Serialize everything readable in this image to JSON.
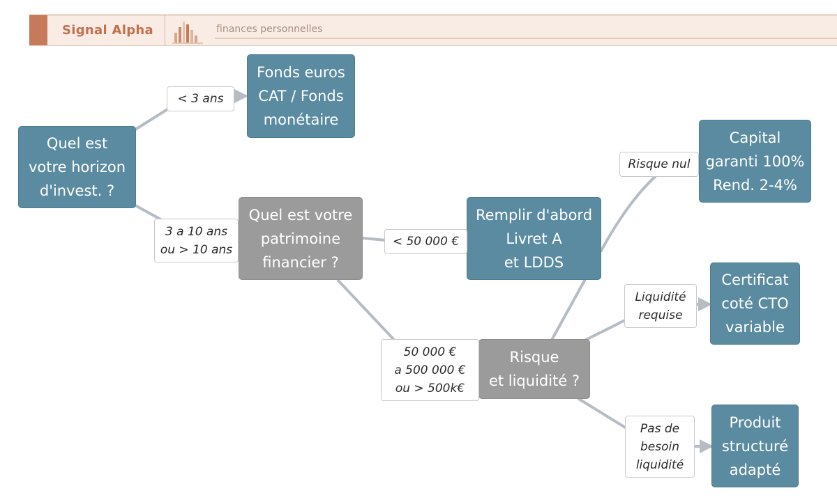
{
  "header": {
    "brand": "Signal Alpha",
    "subtitle": "finances personnelles",
    "accent_color": "#c67a59"
  },
  "colors": {
    "outcome": "#5b8ba0",
    "question": "#9b9b9b",
    "connector": "#b5bcc4"
  },
  "nodes": {
    "q_horizon": "Quel est\nvotre horizon\nd'invest. ?",
    "fonds_euros": "Fonds euros\nCAT / Fonds\nmonétaire",
    "q_patrimoine": "Quel est votre\npatrimoine\nfinancier ?",
    "livret_a": "Remplir d'abord\nLivret A\net LDDS",
    "q_risque": "Risque\net liquidité ?",
    "capital_garanti": "Capital\ngaranti 100%\nRend. 2-4%",
    "certificat": "Certificat\ncoté CTO\nvariable",
    "produit_structure": "Produit\nstructuré\nadapté"
  },
  "edge_labels": {
    "moins_3_ans": "< 3 ans",
    "3_10_ans": "3 a 10 ans\nou > 10 ans",
    "moins_50k": "< 50 000 €",
    "50k_500k": "50 000 €\na 500 000 €\nou > 500k€",
    "risque_nul": "Risque nul",
    "liquidite_requise": "Liquidité\nrequise",
    "pas_besoin": "Pas de\nbesoin\nliquidité"
  }
}
